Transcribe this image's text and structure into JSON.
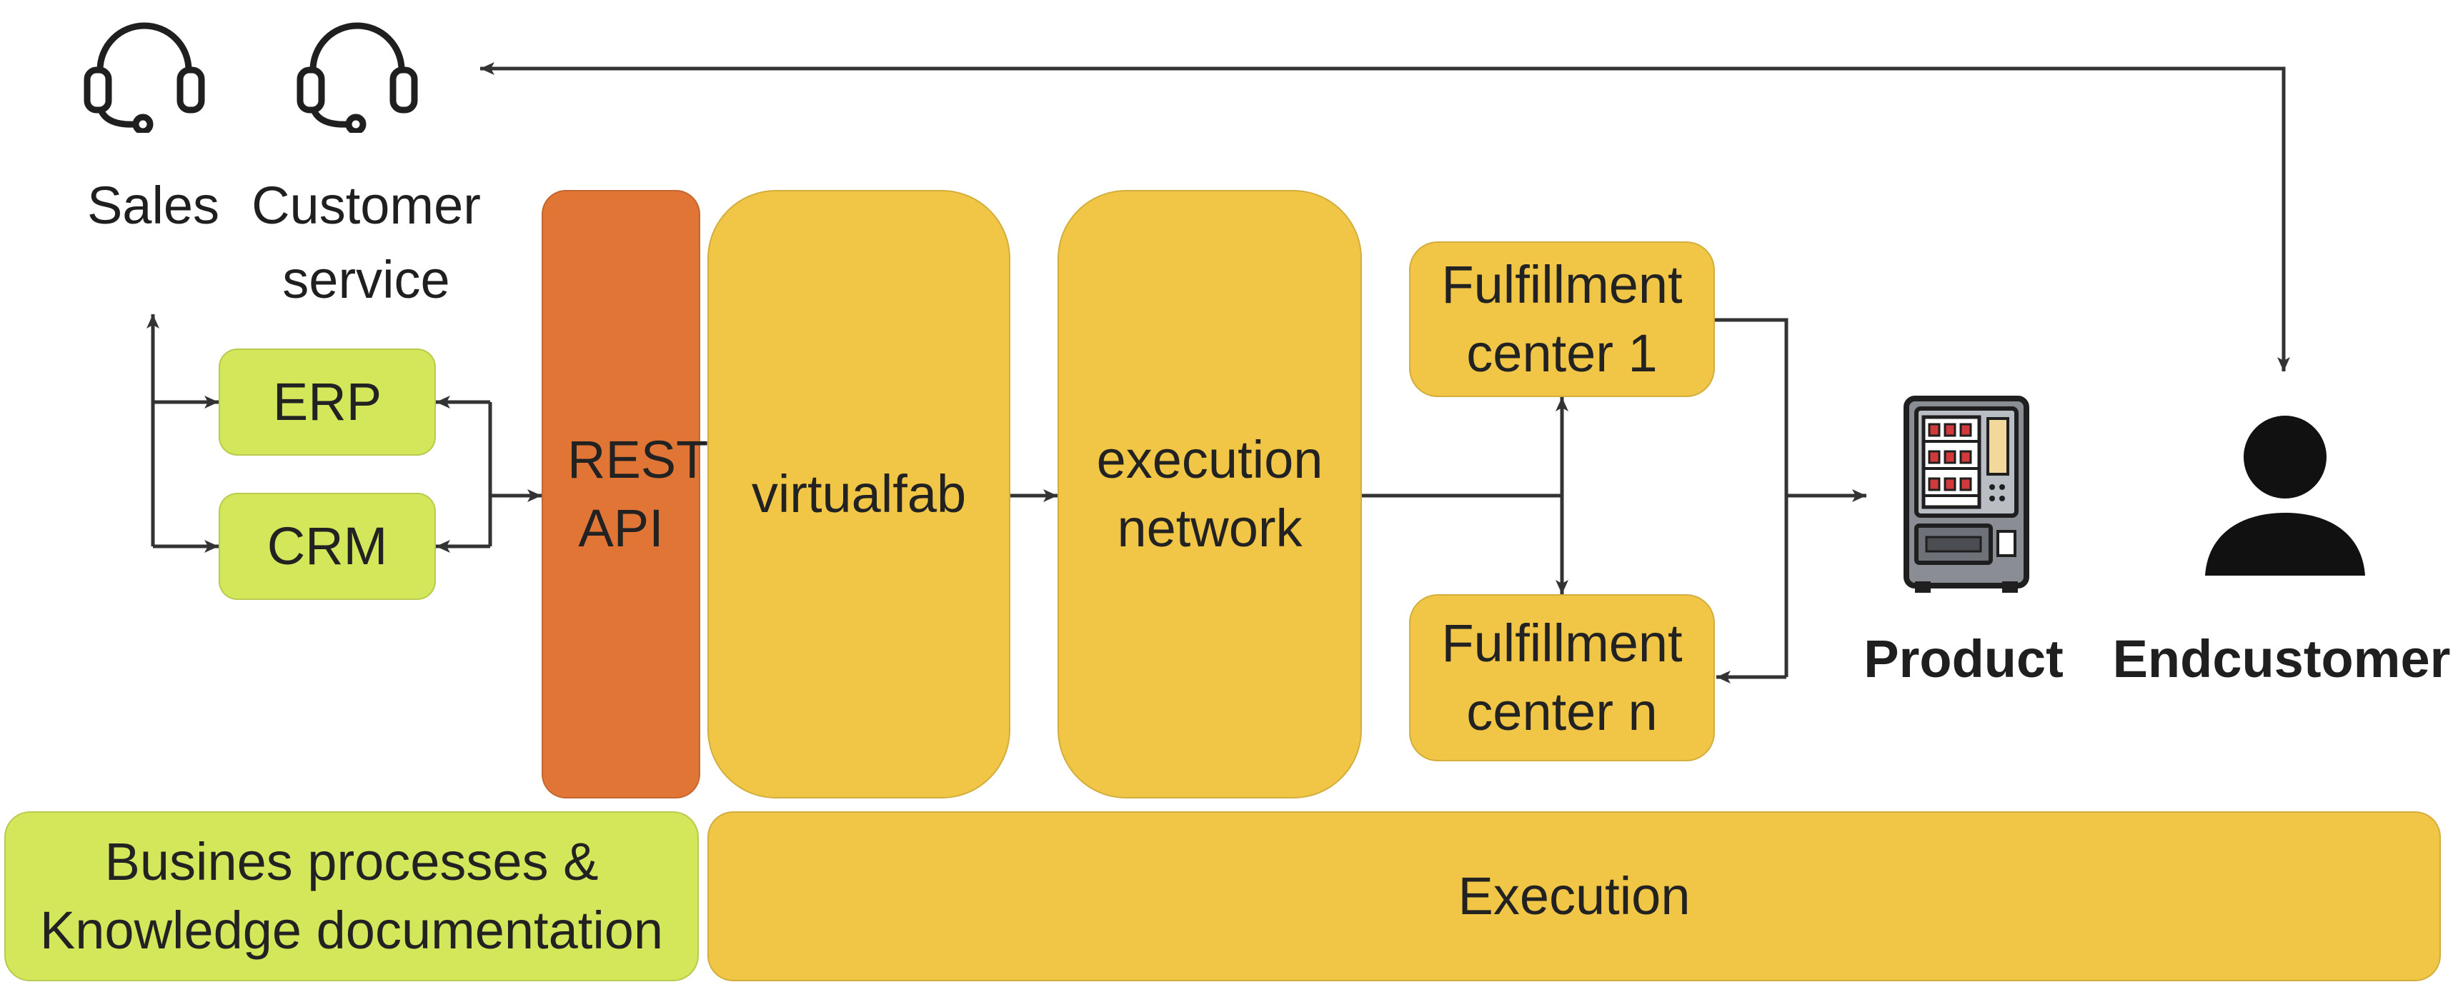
{
  "top": {
    "sales_label": "Sales",
    "customer_service_label": "Customer service"
  },
  "boxes": {
    "erp": "ERP",
    "crm": "CRM",
    "rest_api": "REST API",
    "virtualfab": "virtualfab",
    "execution_network": "execution network",
    "fulfillment_1": "Fulfillment center 1",
    "fulfillment_n": "Fulfillment center n"
  },
  "right": {
    "product_label": "Product",
    "endcustomer_label": "Endcustomer"
  },
  "bottom": {
    "business_label": "Busines processes & Knowledge documentation",
    "execution_label": "Execution"
  },
  "colors": {
    "green": "#d4e65a",
    "yellow": "#f1c646",
    "orange": "#e07536",
    "line": "#333333"
  },
  "icons": {
    "sales": "headset-icon",
    "customer_service": "headset-icon",
    "product": "vending-machine-icon",
    "endcustomer": "person-icon"
  }
}
